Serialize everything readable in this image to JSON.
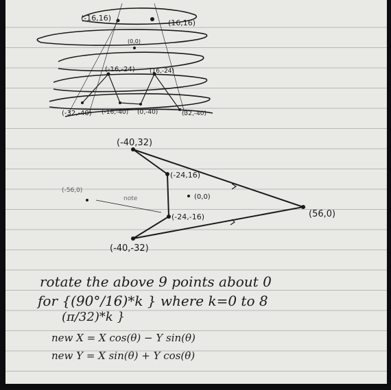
{
  "page": {
    "paper_color": "#e9e9e6",
    "ink_color": "#1a1a1a",
    "rule_color": "#b8b8b8",
    "rule_count": 18
  },
  "sketch": {
    "point_labels": [
      "(-16,16)",
      "(16,16)",
      "(0,0)",
      "(-16,-24)",
      "(16,-24)",
      "(-32,-40)",
      "(-16,-40)",
      "(0,-40)",
      "(32,-40)"
    ]
  },
  "diagram": {
    "vertex_labels": [
      "(-40,32)",
      "(-24,16)",
      "(0,0)",
      "(-24,-16)",
      "(-40,-32)",
      "(56,0)",
      "(-56,0)"
    ],
    "note": "note"
  },
  "notes": {
    "line1": "rotate the above 9 points about 0",
    "line2": "for {(90°/16)*k } where  k=0 to 8",
    "line3": "(π/32)*k }",
    "line4": "new X = X cos(θ) − Y sin(θ)",
    "line5": "new Y = X sin(θ) + Y cos(θ)"
  }
}
